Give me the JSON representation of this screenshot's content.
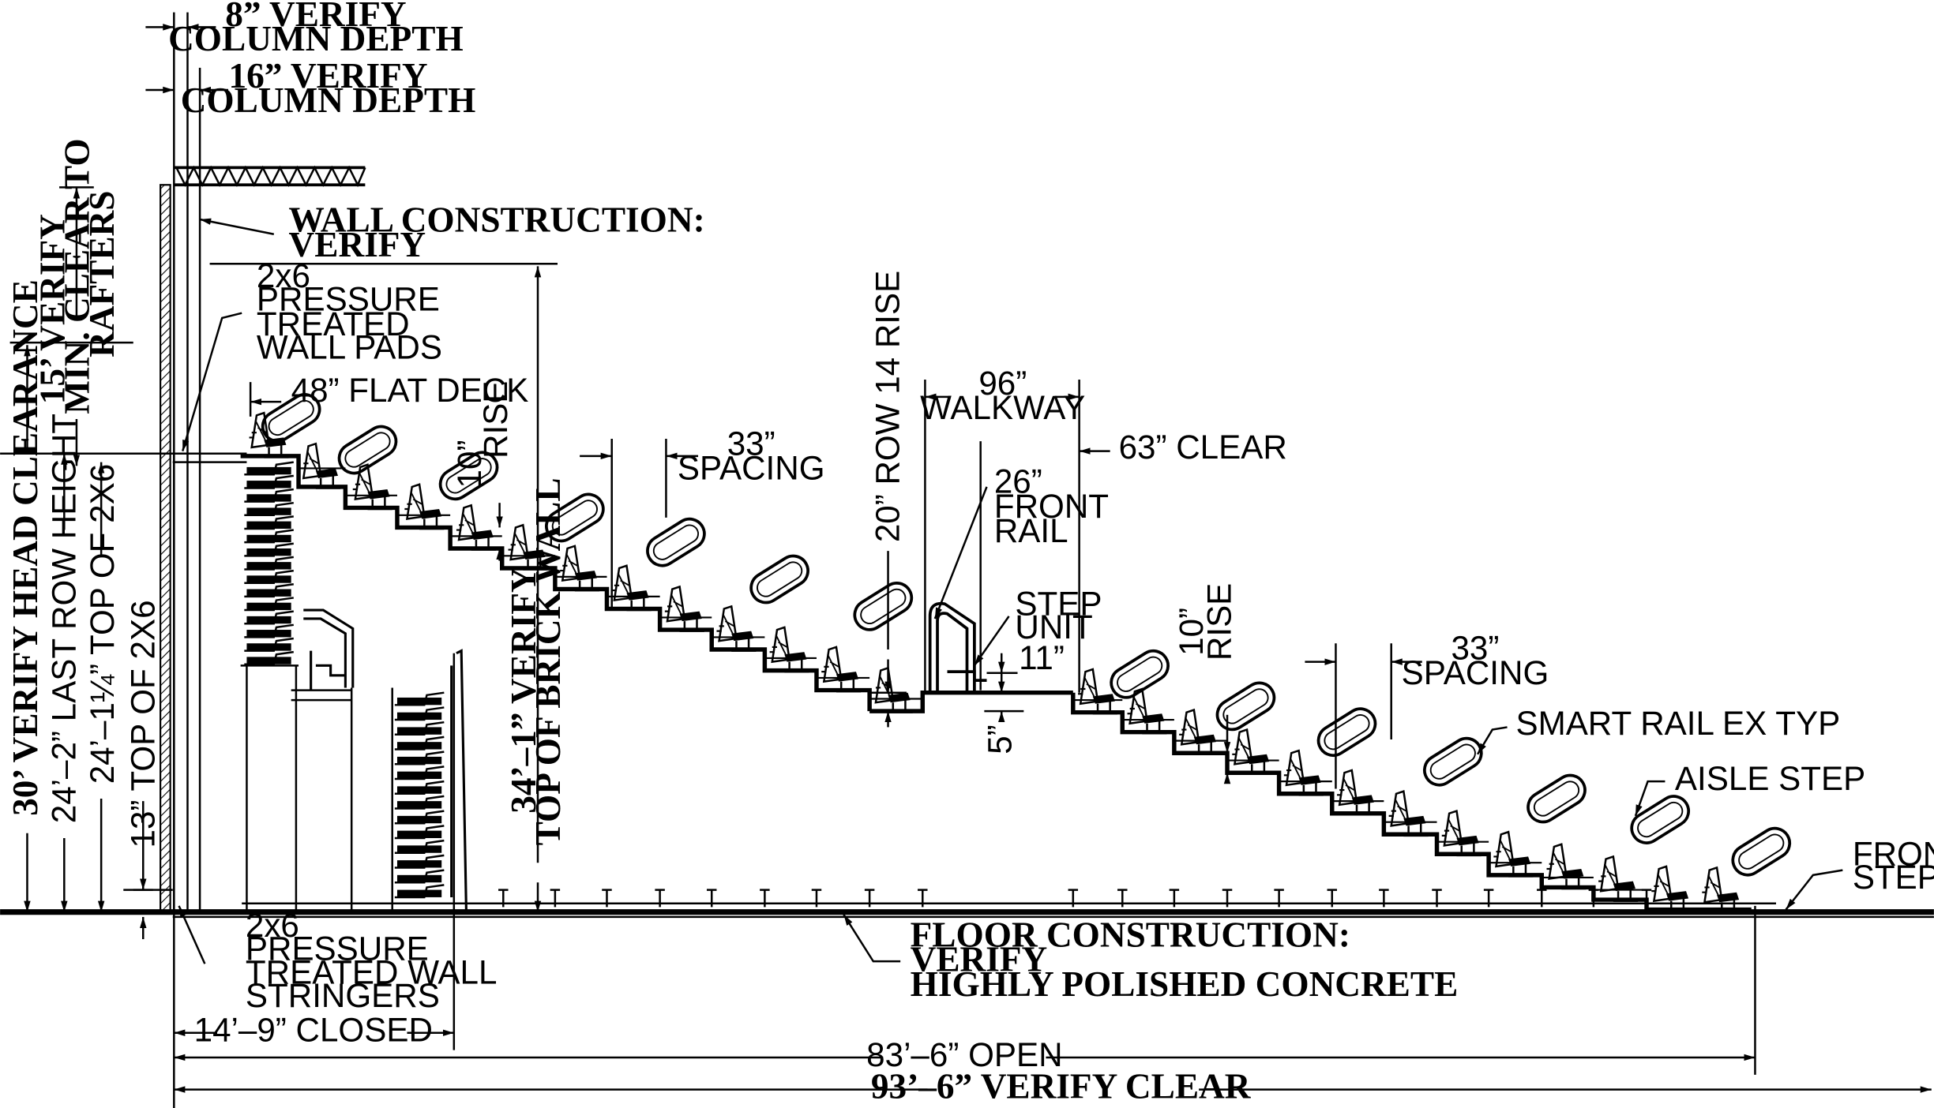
{
  "labels": {
    "column_8": {
      "line1": "8” VERIFY",
      "line2": "COLUMN DEPTH"
    },
    "column_16": {
      "line1": "16” VERIFY",
      "line2": "COLUMN DEPTH"
    },
    "wall_construction": {
      "line1": "WALL CONSTRUCTION:",
      "line2": "VERIFY"
    },
    "wall_pads": {
      "line1": "2x6",
      "line2": "PRESSURE",
      "line3": "TREATED",
      "line4": "WALL PADS"
    },
    "flat_deck": "48” FLAT DECK",
    "rise_10_upper": {
      "line1": "10”",
      "line2": "RISE"
    },
    "spacing_upper": {
      "line1": "33”",
      "line2": "SPACING"
    },
    "row14_rise": "20” ROW 14 RISE",
    "walkway": {
      "line1": "96”",
      "line2": "WALKWAY"
    },
    "clear_63": "63” CLEAR",
    "front_rail": {
      "line1": "26”",
      "line2": "FRONT",
      "line3": "RAIL"
    },
    "step_unit": {
      "line1": "STEP",
      "line2": "UNIT"
    },
    "dim_11": "11”",
    "dim_5": "5”",
    "rise_10_lower": {
      "line1": "10”",
      "line2": "RISE"
    },
    "spacing_lower": {
      "line1": "33”",
      "line2": "SPACING"
    },
    "smart_rail": "SMART RAIL EX TYP",
    "aisle_step": "AISLE STEP",
    "front_step": {
      "line1": "FRONT",
      "line2": "STEP"
    },
    "floor_construction": {
      "line1": "FLOOR CONSTRUCTION:",
      "line2": "VERIFY",
      "line3": "HIGHLY POLISHED CONCRETE"
    },
    "wall_stringers": {
      "line1": "2x6",
      "line2": "PRESSURE",
      "line3": "TREATED WALL",
      "line4": "STRINGERS"
    },
    "closed": "14’–9” CLOSED",
    "open": "83’–6” OPEN",
    "verify_clear": "93’–6” VERIFY CLEAR",
    "rafters": {
      "line1": "15’ VERIFY",
      "line2": "MIN. CLEAR TO",
      "line3": "RAFTERS"
    },
    "head_clearance": "30’ VERIFY HEAD CLEARANCE",
    "last_row_height": "24’–2” LAST ROW HEIGHT",
    "top_2x6_upper": "24’–1¼” TOP OF 2X6",
    "top_2x6_lower": "13” TOP OF 2X6",
    "brick_wall": {
      "line1": "34’–1” VERIFY",
      "line2": "TOP OF BRICK WALL"
    }
  }
}
